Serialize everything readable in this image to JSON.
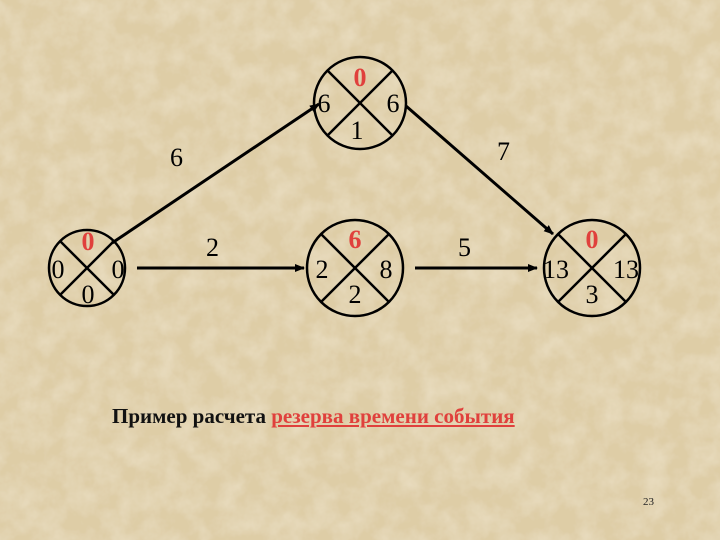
{
  "colors": {
    "background": "#e6d7b3",
    "ink": "#000000",
    "highlight": "#e0403c"
  },
  "events": [
    {
      "id": "e1",
      "reserve": "0",
      "left": "0",
      "right": "0",
      "bottom": "0"
    },
    {
      "id": "e2",
      "reserve": "0",
      "left": "6",
      "right": "6",
      "bottom": "1"
    },
    {
      "id": "e3",
      "reserve": "6",
      "left": "2",
      "right": "8",
      "bottom": "2"
    },
    {
      "id": "e4",
      "reserve": "0",
      "left": "13",
      "right": "13",
      "bottom": "3"
    }
  ],
  "works": [
    {
      "from": "e1",
      "to": "e2",
      "duration": "6"
    },
    {
      "from": "e2",
      "to": "e4",
      "duration": "7"
    },
    {
      "from": "e1",
      "to": "e3",
      "duration": "2"
    },
    {
      "from": "e3",
      "to": "e4",
      "duration": "5"
    }
  ],
  "caption": {
    "plain": "Пример расчета ",
    "highlight": "резерва времени события"
  },
  "page_number": "23"
}
